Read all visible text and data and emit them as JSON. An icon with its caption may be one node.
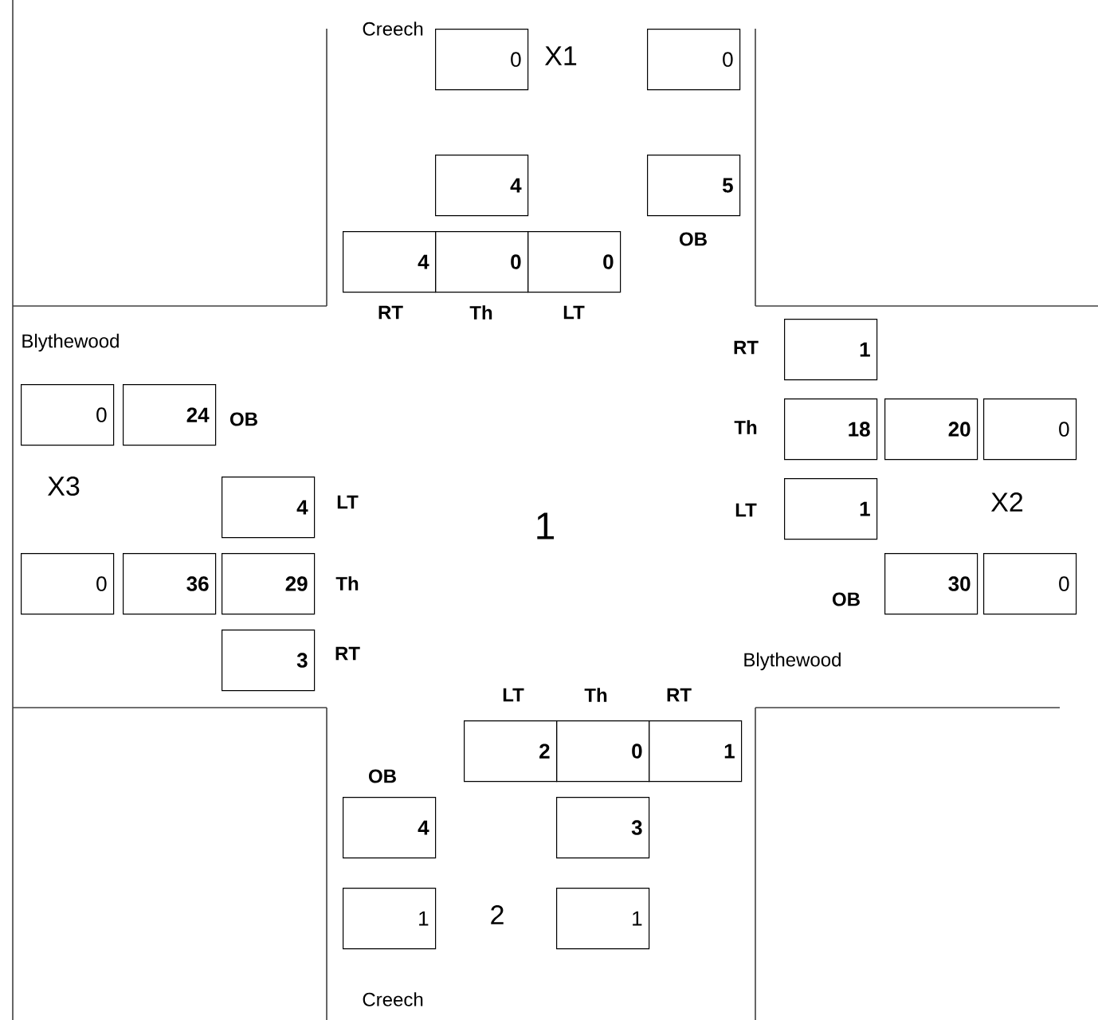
{
  "diagram": {
    "nodes": [
      {
        "text": [
          "0"
        ]
      },
      {
        "text": [
          "0"
        ]
      },
      {
        "text": [
          "4"
        ]
      },
      {
        "text": [
          "5"
        ]
      },
      {
        "text": [
          "4"
        ]
      },
      {
        "text": [
          "0"
        ]
      },
      {
        "text": [
          "0"
        ]
      },
      {
        "text": [
          "1"
        ]
      },
      {
        "text": [
          "18"
        ]
      },
      {
        "text": [
          "20"
        ]
      },
      {
        "text": [
          "0"
        ]
      },
      {
        "text": [
          "1"
        ]
      },
      {
        "text": [
          "30"
        ]
      },
      {
        "text": [
          "0"
        ]
      },
      {
        "text": [
          "0"
        ]
      },
      {
        "text": [
          "24"
        ]
      },
      {
        "text": [
          "4"
        ]
      },
      {
        "text": [
          "0"
        ]
      },
      {
        "text": [
          "36"
        ]
      },
      {
        "text": [
          "29"
        ]
      },
      {
        "text": [
          "3"
        ]
      },
      {
        "text": [
          "2"
        ]
      },
      {
        "text": [
          "0"
        ]
      },
      {
        "text": [
          "1"
        ]
      },
      {
        "text": [
          "4"
        ]
      },
      {
        "text": [
          "3"
        ]
      },
      {
        "text": [
          "1"
        ]
      },
      {
        "text": [
          "1"
        ]
      }
    ],
    "edges": [],
    "labels": [
      "Creech",
      "X1",
      "OB",
      "RT",
      "Th",
      "LT",
      "Blythewood",
      "RT",
      "OB",
      "Th",
      "X3",
      "LT",
      "LT",
      "X2",
      "1",
      "Th",
      "OB",
      "RT",
      "Blythewood",
      "LT",
      "Th",
      "RT",
      "OB",
      "2",
      "Creech"
    ]
  }
}
